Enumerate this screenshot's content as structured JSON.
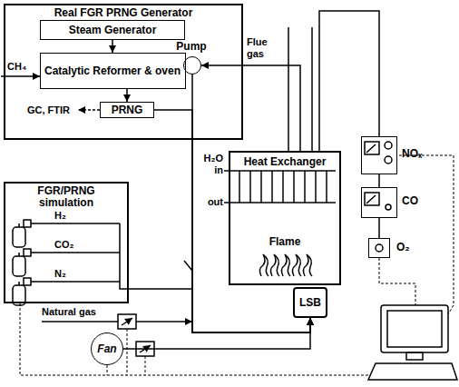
{
  "diagram": {
    "nodes": [
      {
        "text": [
          "Real FGR PRNG Generator"
        ]
      },
      {
        "text": [
          "Steam Generator"
        ],
        "in": 0
      },
      {
        "text": [
          "Catalytic Reformer & oven"
        ],
        "in": 0
      },
      {
        "text": [
          "PRNG"
        ],
        "in": 0
      },
      {
        "text": [
          "Pump"
        ],
        "in": 0
      },
      {
        "text": [
          "FGR/PRNG simulation"
        ]
      },
      {
        "text": [
          "Heat Exchanger",
          "Flame"
        ]
      },
      {
        "text": [
          "LSB"
        ]
      },
      {
        "text": [
          "NOₓ"
        ]
      },
      {
        "text": [
          "CO"
        ]
      },
      {
        "text": [
          "O₂"
        ]
      },
      {
        "text": [
          "Fan"
        ]
      }
    ],
    "edges": [
      {
        "from": 1,
        "to": 2,
        "arrow": "to"
      },
      {
        "from": 2,
        "to": 3,
        "arrow": "to"
      },
      {
        "from": 3,
        "to": 7,
        "arrow": "to"
      },
      {
        "from": 6,
        "to": 4,
        "arrow": "to"
      },
      {
        "from": 4,
        "to": 7,
        "arrow": "to"
      },
      {
        "from": 5,
        "to": 7,
        "arrow": "to"
      },
      {
        "from": 11,
        "to": 7,
        "arrow": "to"
      },
      {
        "from": 6,
        "to": 8,
        "arrow": "none"
      },
      {
        "from": 8,
        "to": 9,
        "arrow": "none"
      },
      {
        "from": 9,
        "to": 10,
        "arrow": "none"
      }
    ],
    "labels": [
      "CH₄",
      "GC, FTIR",
      "H₂",
      "CO₂",
      "N₂",
      "Flue gas",
      "H₂O in",
      "out",
      "Natural gas"
    ]
  }
}
